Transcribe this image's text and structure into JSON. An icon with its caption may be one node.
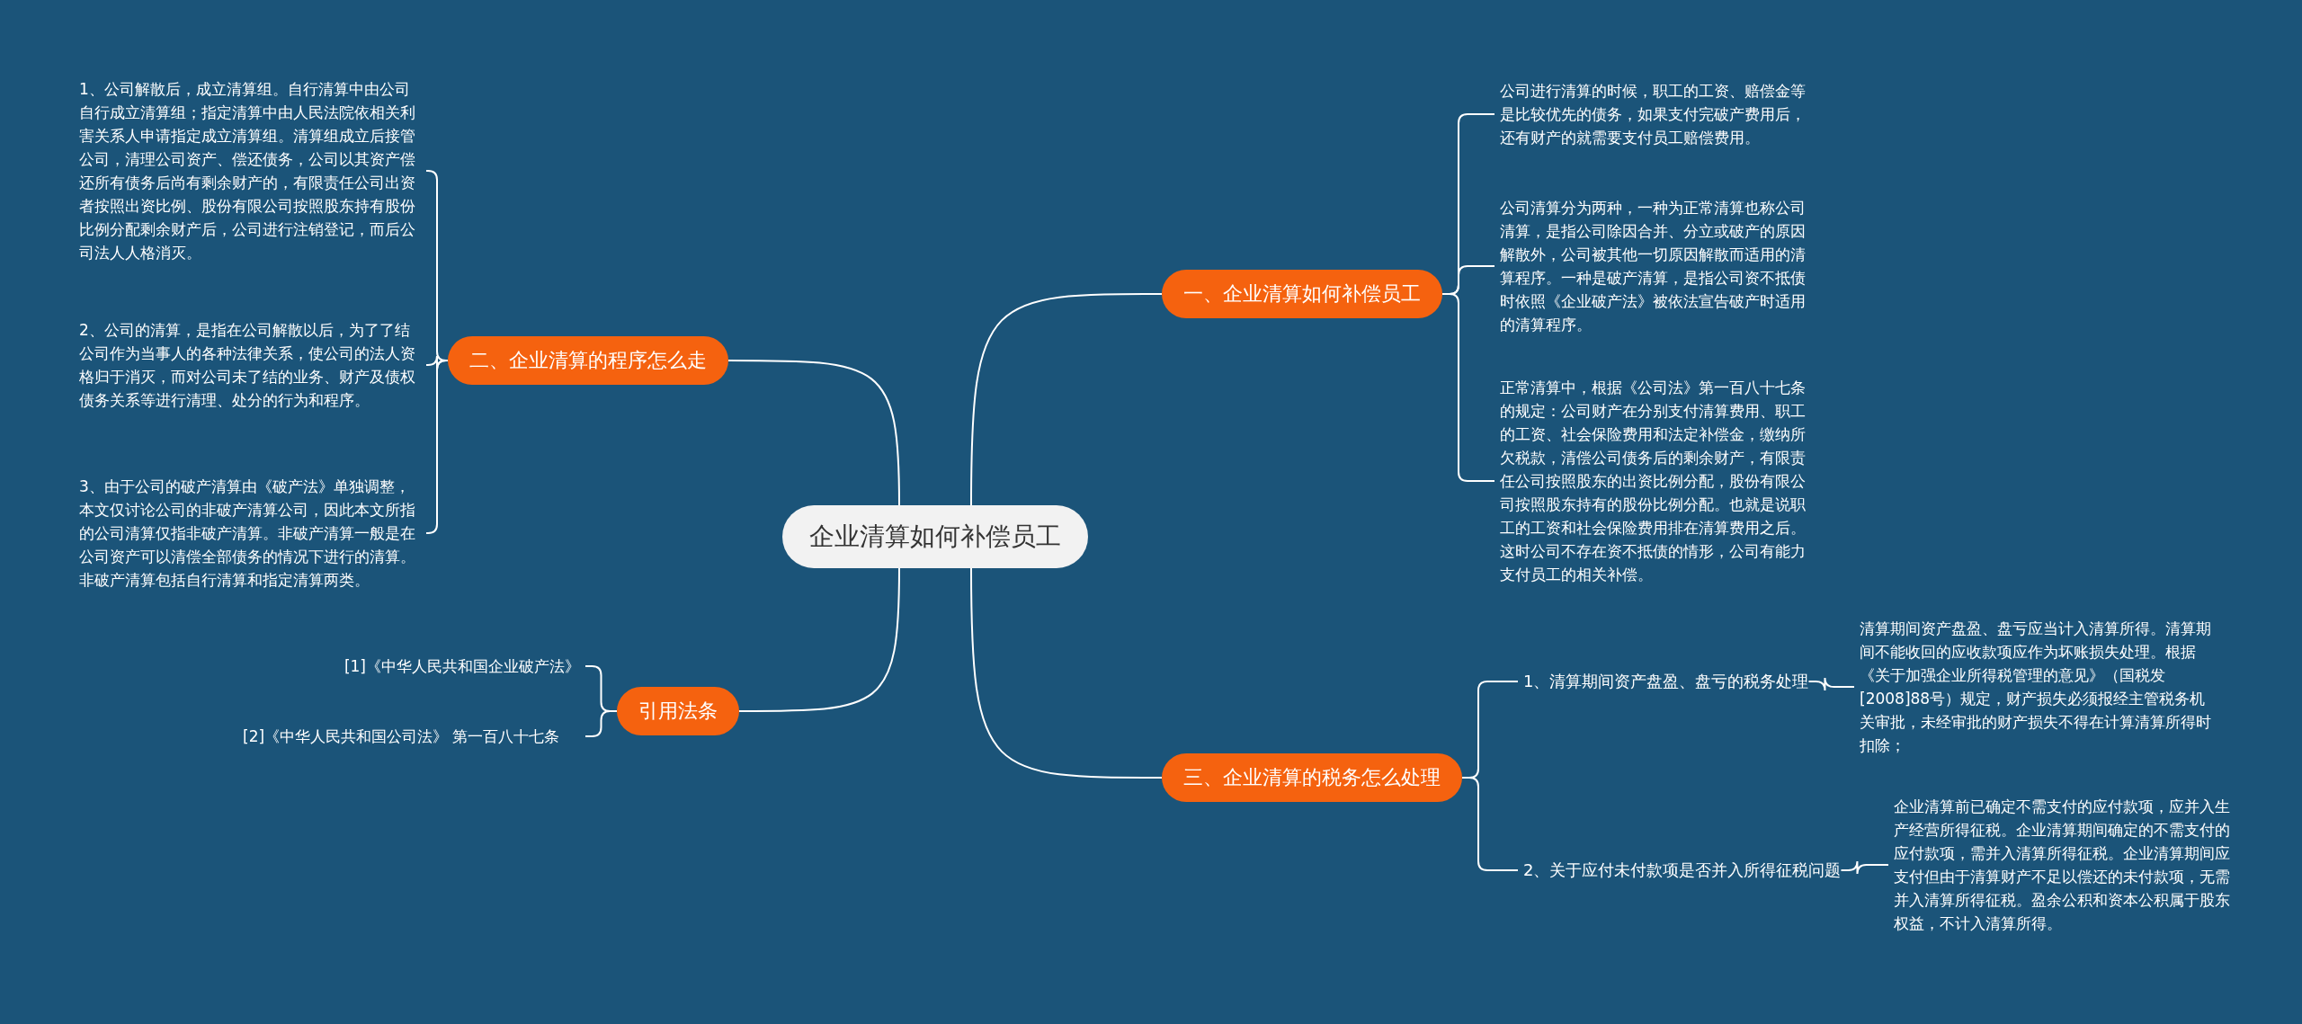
{
  "diagram": {
    "nodes": [
      {
        "text": [
          "企业清算如何补偿员工"
        ]
      },
      {
        "text": [
          "一、企业清算如何补偿员工"
        ]
      },
      {
        "text": [
          "公司进行清算的时候，职工的工资、赔偿金等是比较优先的债务，如果支付完破产费用后，还有财产的就需要支付员工赔偿费用。"
        ]
      },
      {
        "text": [
          "公司清算分为两种，一种为正常清算也称公司清算，是指公司除因合并、分立或破产的原因解散外，公司被其他一切原因解散而适用的清算程序。一种是破产清算，是指公司资不抵债时依照《企业破产法》被依法宣告破产时适用的清算程序。"
        ]
      },
      {
        "text": [
          "正常清算中，根据《公司法》第一百八十七条的规定：公司财产在分别支付清算费用、职工的工资、社会保险费用和法定补偿金，缴纳所欠税款，清偿公司债务后的剩余财产，有限责任公司按照股东的出资比例分配，股份有限公司按照股东持有的股份比例分配。也就是说职工的工资和社会保险费用排在清算费用之后。这时公司不存在资不抵债的情形，公司有能力支付员工的相关补偿。"
        ]
      },
      {
        "text": [
          "二、企业清算的程序怎么走"
        ]
      },
      {
        "text": [
          "1、公司解散后，成立清算组。自行清算中由公司自行成立清算组；指定清算中由人民法院依相关利害关系人申请指定成立清算组。清算组成立后接管公司，清理公司资产、偿还债务，公司以其资产偿还所有债务后尚有剩余财产的，有限责任公司出资者按照出资比例、股份有限公司按照股东持有股份比例分配剩余财产后，公司进行注销登记，而后公司法人人格消灭。"
        ]
      },
      {
        "text": [
          "2、公司的清算，是指在公司解散以后，为了了结公司作为当事人的各种法律关系，使公司的法人资格归于消灭，而对公司未了结的业务、财产及债权债务关系等进行清理、处分的行为和程序。"
        ]
      },
      {
        "text": [
          "3、由于公司的破产清算由《破产法》单独调整，本文仅讨论公司的非破产清算公司，因此本文所指的公司清算仅指非破产清算。非破产清算一般是在公司资产可以清偿全部债务的情况下进行的清算。非破产清算包括自行清算和指定清算两类。"
        ]
      },
      {
        "text": [
          "三、企业清算的税务怎么处理"
        ]
      },
      {
        "text": [
          "1、清算期间资产盘盈、盘亏的税务处理"
        ]
      },
      {
        "text": [
          "清算期间资产盘盈、盘亏应当计入清算所得。清算期间不能收回的应收款项应作为坏账损失处理。根据《关于加强企业所得税管理的意见》（国税发[2008]88号）规定，财产损失必须报经主管税务机关审批，未经审批的财产损失不得在计算清算所得时扣除；"
        ]
      },
      {
        "text": [
          "2、关于应付未付款项是否并入所得征税问题"
        ]
      },
      {
        "text": [
          "企业清算前已确定不需支付的应付款项，应并入生产经营所得征税。企业清算期间确定的不需支付的应付款项，需并入清算所得征税。企业清算期间应支付但由于清算财产不足以偿还的未付款项，无需并入清算所得征税。盈余公积和资本公积属于股东权益，不计入清算所得。"
        ]
      },
      {
        "text": [
          "引用法条"
        ]
      },
      {
        "text": [
          "[1]《中华人民共和国企业破产法》"
        ]
      },
      {
        "text": [
          "[2]《中华人民共和国公司法》 第一百八十七条"
        ]
      }
    ],
    "edges": [
      {
        "from": 0,
        "to": 1,
        "arrow": "none"
      },
      {
        "from": 1,
        "to": 2,
        "arrow": "none"
      },
      {
        "from": 1,
        "to": 3,
        "arrow": "none"
      },
      {
        "from": 1,
        "to": 4,
        "arrow": "none"
      },
      {
        "from": 0,
        "to": 5,
        "arrow": "none"
      },
      {
        "from": 5,
        "to": 6,
        "arrow": "none"
      },
      {
        "from": 5,
        "to": 7,
        "arrow": "none"
      },
      {
        "from": 5,
        "to": 8,
        "arrow": "none"
      },
      {
        "from": 0,
        "to": 9,
        "arrow": "none"
      },
      {
        "from": 9,
        "to": 10,
        "arrow": "none"
      },
      {
        "from": 10,
        "to": 11,
        "arrow": "none"
      },
      {
        "from": 9,
        "to": 12,
        "arrow": "none"
      },
      {
        "from": 12,
        "to": 13,
        "arrow": "none"
      },
      {
        "from": 0,
        "to": 14,
        "arrow": "none"
      },
      {
        "from": 14,
        "to": 15,
        "arrow": "none"
      },
      {
        "from": 14,
        "to": 16,
        "arrow": "none"
      }
    ]
  }
}
